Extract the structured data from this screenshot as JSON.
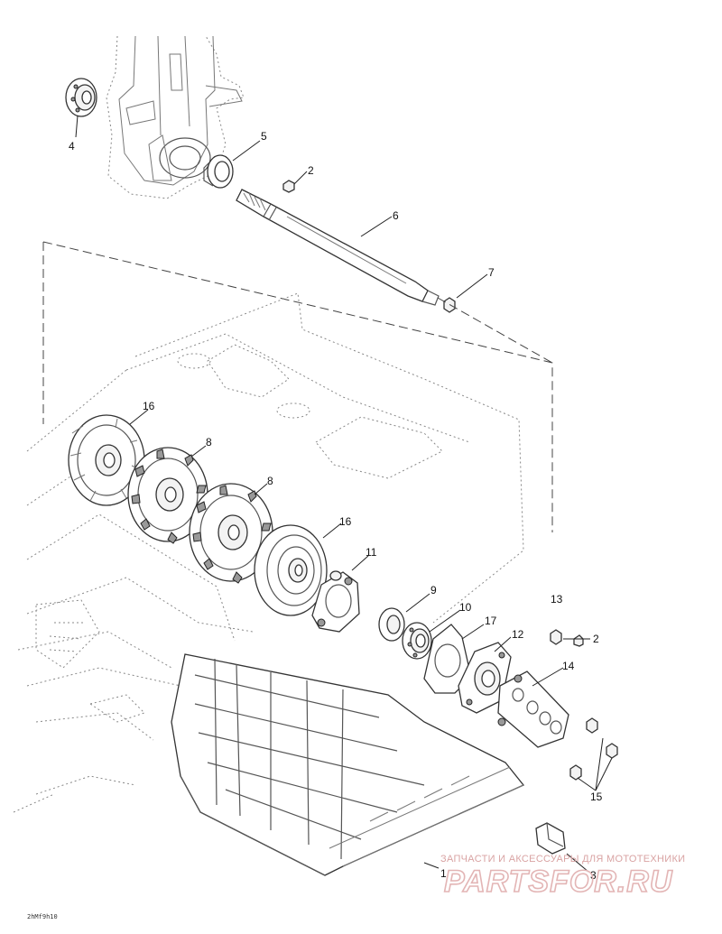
{
  "callouts": {
    "c1": "1",
    "c2a": "2",
    "c2b": "2",
    "c3": "3",
    "c4": "4",
    "c5": "5",
    "c6": "6",
    "c7": "7",
    "c8a": "8",
    "c8b": "8",
    "c9": "9",
    "c10": "10",
    "c11": "11",
    "c12": "12",
    "c13": "13",
    "c14": "14",
    "c15": "15",
    "c16a": "16",
    "c16b": "16",
    "c17": "17"
  },
  "diagram_code": "2hMf9h10",
  "watermark": {
    "tagline": "ЗАПЧАСТИ И АКСЕССУАРЫ ДЛЯ МОТОТЕХНИКИ",
    "logo": "PARTSFOR.RU"
  }
}
